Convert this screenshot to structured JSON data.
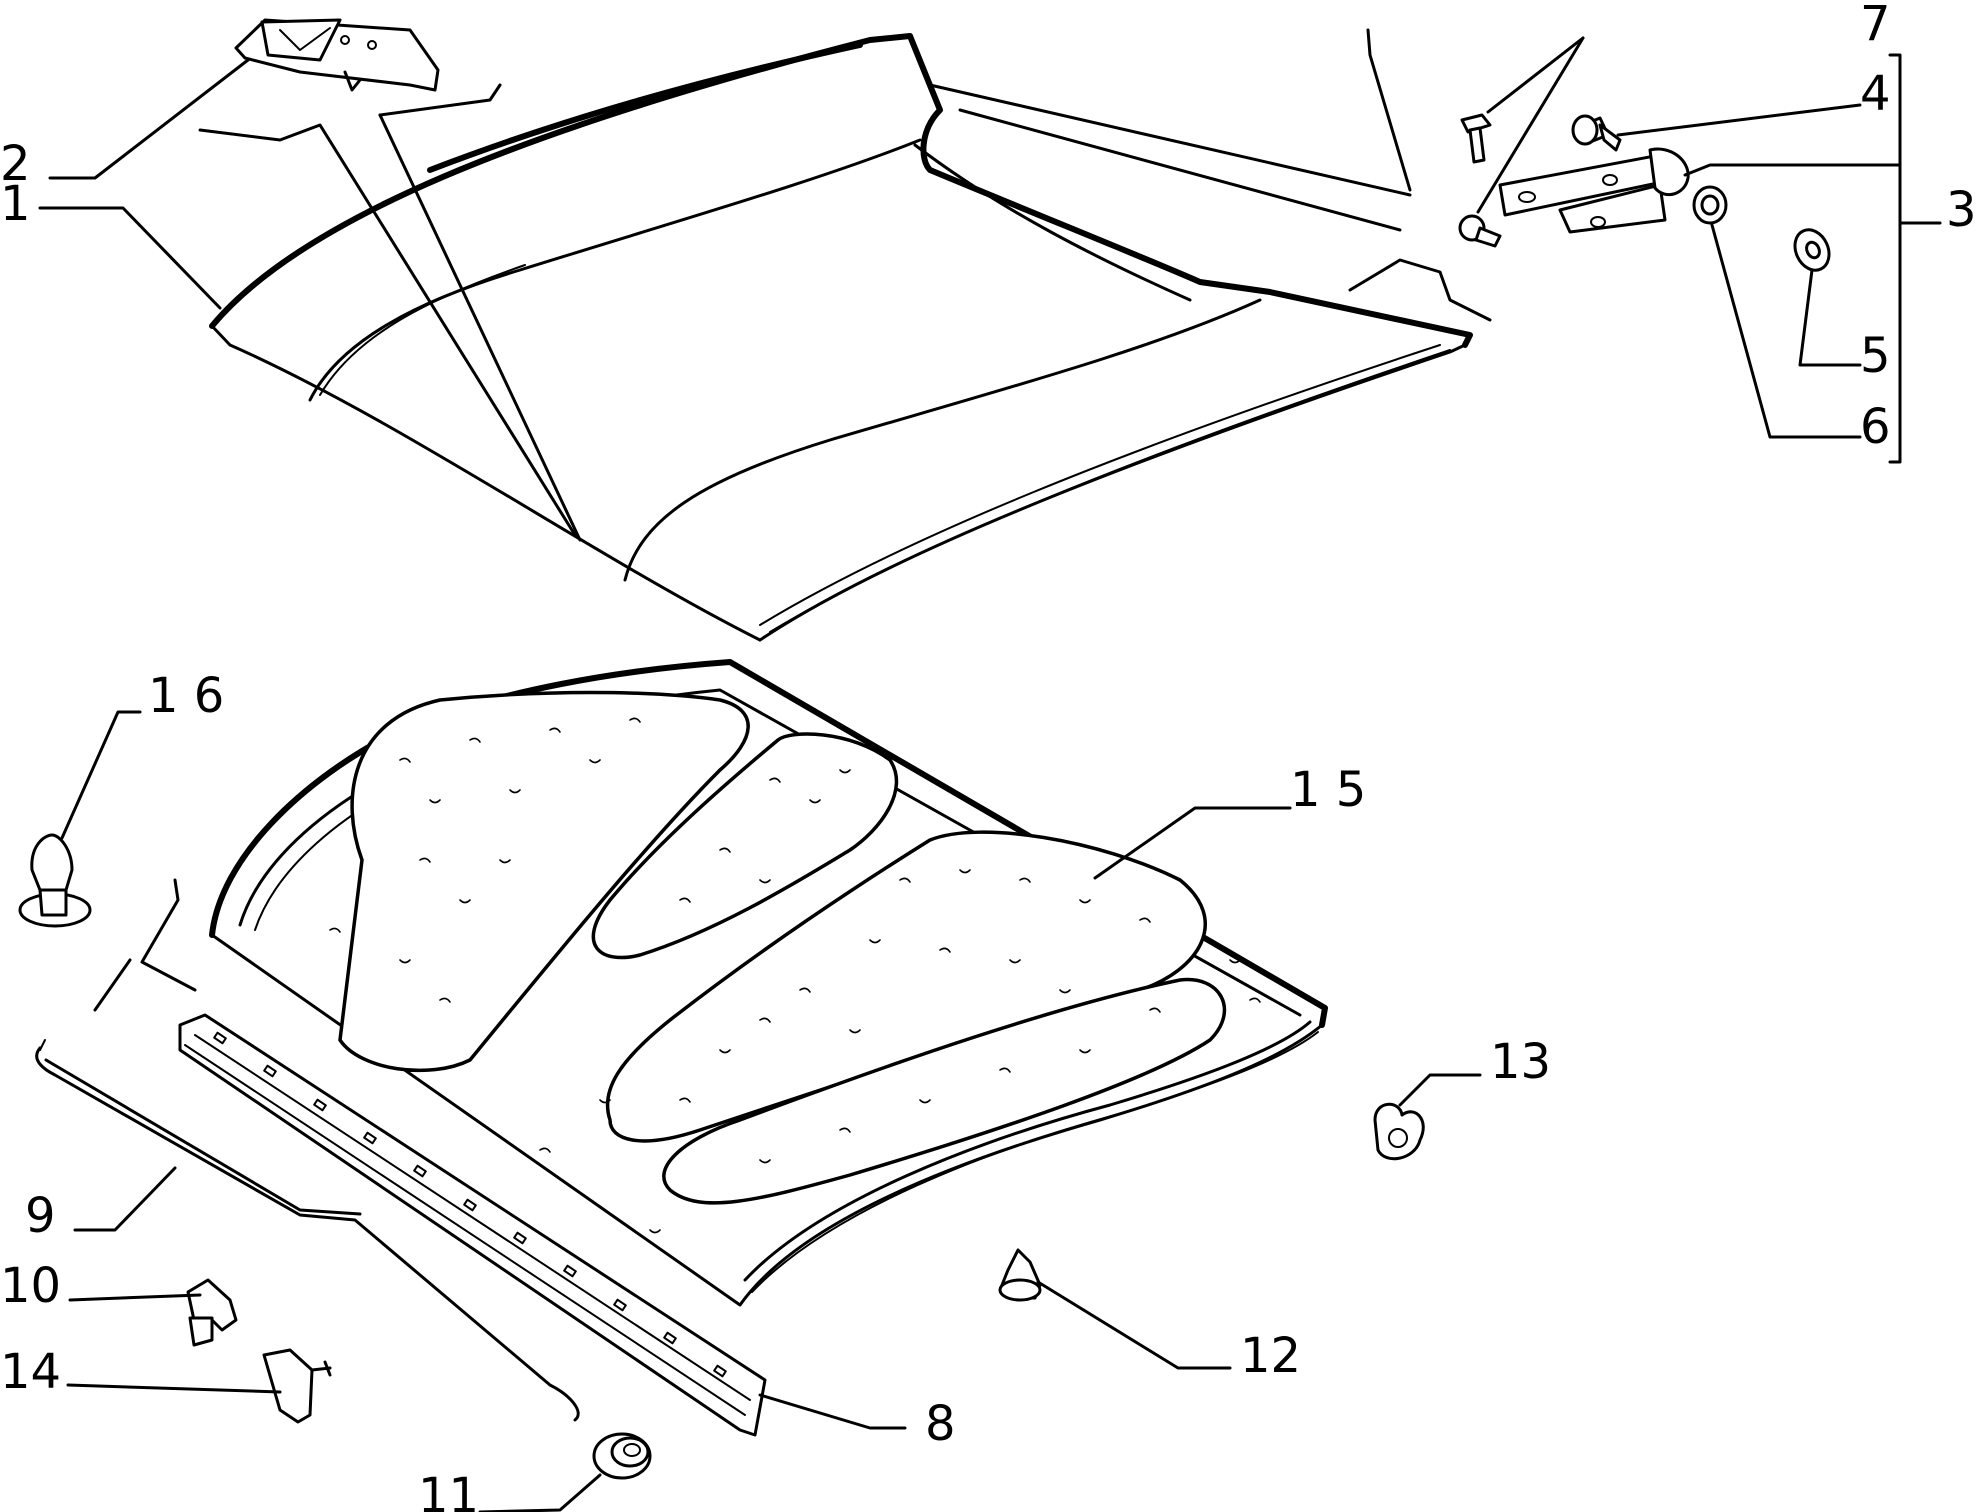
{
  "callouts": [
    {
      "id": "c1",
      "label": "1"
    },
    {
      "id": "c2",
      "label": "2"
    },
    {
      "id": "c3",
      "label": "3"
    },
    {
      "id": "c4",
      "label": "4"
    },
    {
      "id": "c5",
      "label": "5"
    },
    {
      "id": "c6",
      "label": "6"
    },
    {
      "id": "c7",
      "label": "7"
    },
    {
      "id": "c8",
      "label": "8"
    },
    {
      "id": "c9",
      "label": "9"
    },
    {
      "id": "c10",
      "label": "10"
    },
    {
      "id": "c11",
      "label": "11"
    },
    {
      "id": "c12",
      "label": "12"
    },
    {
      "id": "c13",
      "label": "13"
    },
    {
      "id": "c14",
      "label": "14"
    },
    {
      "id": "c15",
      "label": "1 5"
    },
    {
      "id": "c16",
      "label": "1 6"
    }
  ]
}
